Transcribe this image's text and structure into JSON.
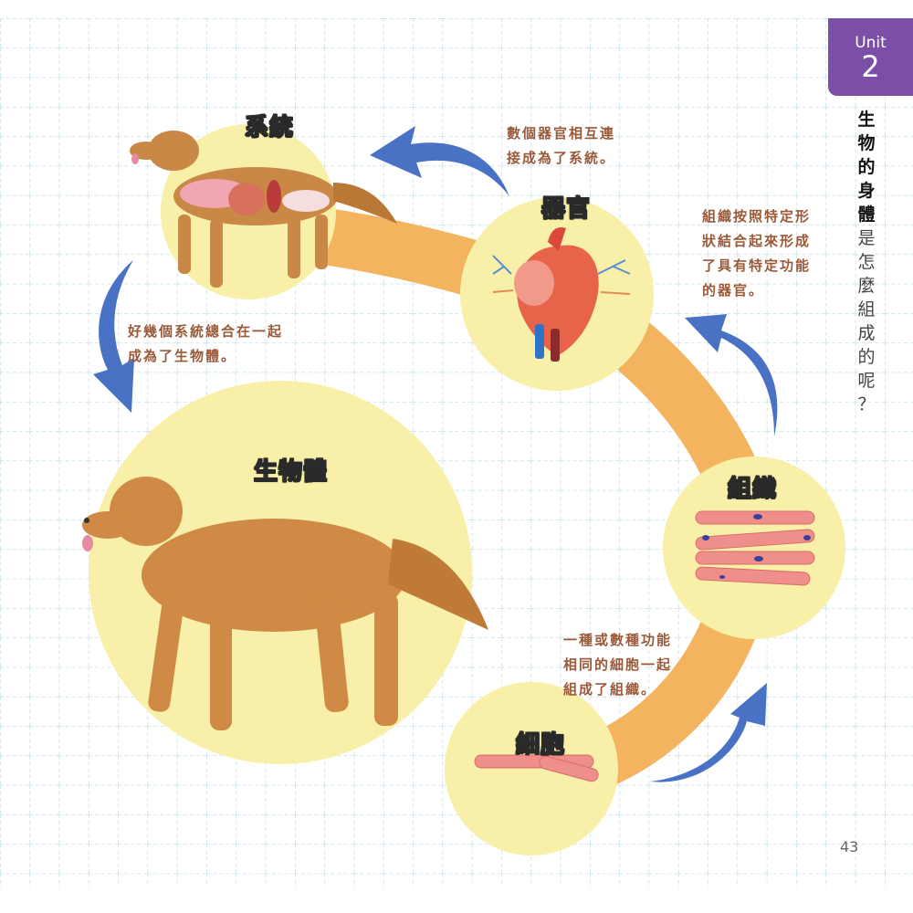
{
  "unit_tab": {
    "unit_label": "Unit",
    "unit_number": "2",
    "color": "#7b4fa8"
  },
  "vertical_title": {
    "bold_chars": [
      "生",
      "物",
      "的",
      "身",
      "體"
    ],
    "normal_chars": [
      "是",
      "怎",
      "麼",
      "組",
      "成",
      "的",
      "呢",
      "？"
    ],
    "full_text": "生物的身體是怎麼組成的呢？"
  },
  "stages": {
    "system": {
      "label": "系統",
      "image": "dog-with-internal-organs"
    },
    "organ": {
      "label": "器官",
      "image": "heart"
    },
    "tissue": {
      "label": "組織",
      "image": "muscle-tissue"
    },
    "cell": {
      "label": "細胞",
      "image": "muscle-cell"
    },
    "organism": {
      "label": "生物體",
      "image": "golden-retriever-dog"
    }
  },
  "notes": {
    "organ_to_system": "數個器官相互連\n接成為了系統。",
    "tissue_to_organ": "組織按照特定形\n狀結合起來形成\n了具有特定功能\n的器官。",
    "system_to_organism": "好幾個系統總合在一起\n成為了生物體。",
    "cell_to_tissue": "一種或數種功能\n相同的細胞一起\n組成了組織。"
  },
  "page_number": "43",
  "colors": {
    "circle_fill": "#f8f0a8",
    "band": "#f4b35e",
    "arrow": "#4a72c4",
    "note_text": "#9a5a3a",
    "grid_line": "#b5d9e3"
  }
}
